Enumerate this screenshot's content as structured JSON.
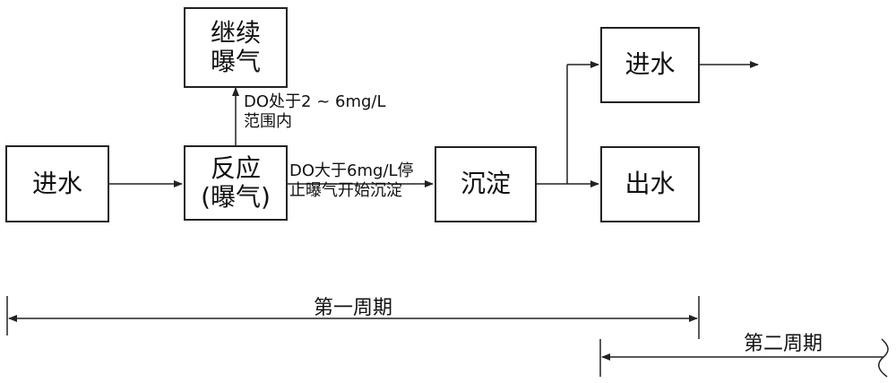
{
  "nodes": {
    "inlet": "进水",
    "reaction_line1": "反应",
    "reaction_line2": "(曝气)",
    "continue_line1": "继续",
    "continue_line2": "曝气",
    "settle": "沉淀",
    "next_inlet": "进水",
    "outlet": "出水"
  },
  "edges": {
    "up_line1": "DO处于2 ~ 6mg/L",
    "up_line2": "范围内",
    "right_line1": "DO大于6mg/L停",
    "right_line2": "止曝气开始沉淀"
  },
  "periods": {
    "first": "第一周期",
    "second": "第二周期"
  },
  "colors": {
    "line": "#222222",
    "text": "#111111"
  }
}
